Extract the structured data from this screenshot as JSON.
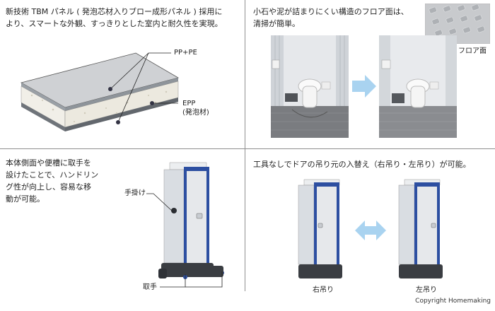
{
  "panels": {
    "tbm_panel": {
      "description": "新技術 TBM パネル ( 発泡芯材入りブロー成形パネル ) 採用に\nより、スマートな外観、すっきりとした室内と耐久性を実現。",
      "label_top": "PP+PE",
      "label_core": "EPP\n(発泡材)"
    },
    "floor": {
      "description": "小石や泥が詰まりにくい構造のフロア面は、\n清掃が簡単。",
      "floor_label": "フロア面"
    },
    "handles": {
      "description": "本体側面や便槽に取手を\n設けたことで、ハンドリン\nグ性が向上し、容易な移\n動が可能。",
      "grip_label": "手掛け",
      "handle_label": "取手"
    },
    "door": {
      "description": "工具なしでドアの吊り元の入替え（右吊り・左吊り）が可能。",
      "right_label": "右吊り",
      "left_label": "左吊り"
    }
  },
  "footer": {
    "copyright": "Copyright Homemaking"
  },
  "colors": {
    "divider": "#8f8f8f",
    "toilet_body": "#d9dde2",
    "door_blue": "#2d4fa1",
    "base_dark": "#3a3d42",
    "arrow_blue": "#a9d3f0",
    "floor_gray": "#7a7c80"
  },
  "icons": [
    "double-arrow-icon",
    "right-arrow-icon",
    "handle-dot-icon"
  ]
}
